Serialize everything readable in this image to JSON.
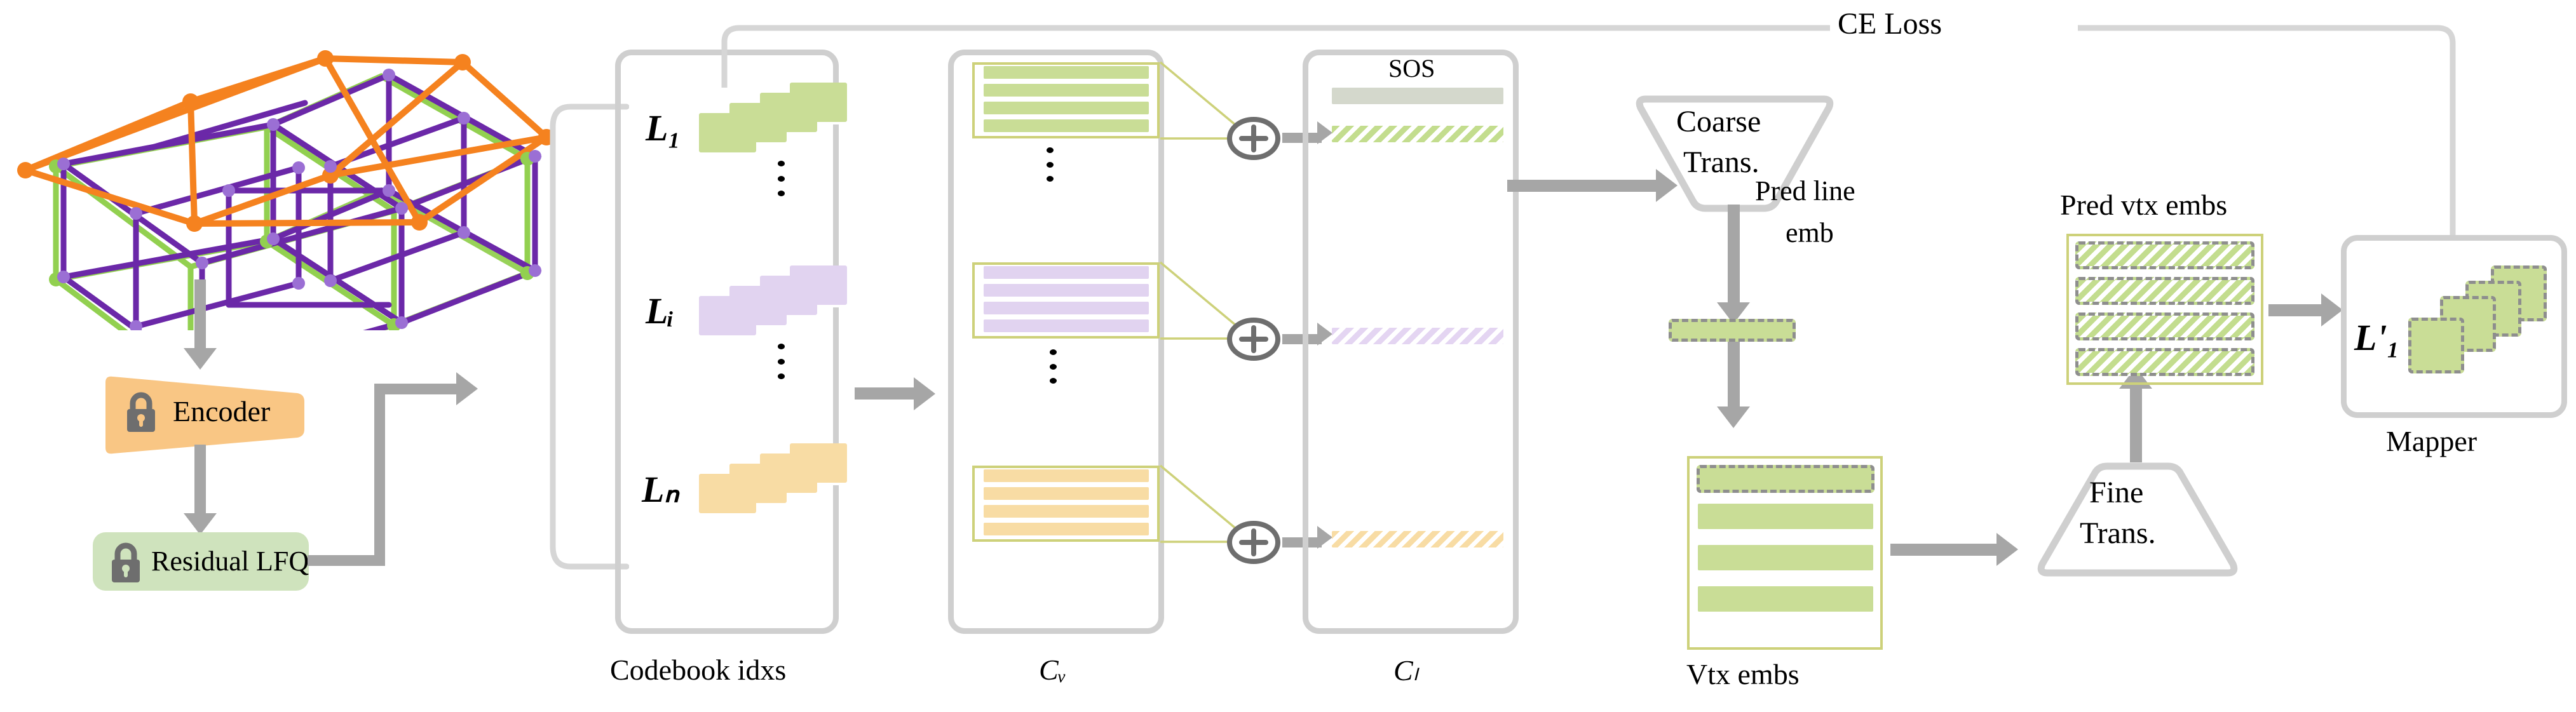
{
  "diagram": {
    "title_flow": "Mesh tokenization and coarse-to-fine transformer pipeline",
    "top_loss_label": "CE Loss",
    "modules": {
      "encoder": {
        "label": "Encoder",
        "icon": "lock-icon",
        "fill": "#f9c684"
      },
      "residual_lfq": {
        "label": "Residual LFQ",
        "icon": "lock-icon",
        "fill": "#cfe3bd"
      },
      "coarse_trans": {
        "label_line1": "Coarse",
        "label_line2": "Trans."
      },
      "fine_trans": {
        "label_line1": "Fine",
        "label_line2": "Trans."
      },
      "mapper": {
        "label": "Mapper",
        "inner_label": "L'₁"
      }
    },
    "groups": {
      "codebook": {
        "caption": "Codebook idxs",
        "rows": [
          {
            "label": "L₁",
            "color": "#c9dd96",
            "cards": 4
          },
          {
            "label": "Lᵢ",
            "color": "#e1d3f0",
            "cards": 4
          },
          {
            "label": "Lₙ",
            "color": "#f8dca4",
            "cards": 4
          }
        ],
        "ellipsis": "⋮"
      },
      "cv": {
        "caption": "Cᵥ",
        "blocks": [
          {
            "color": "#c9dd96",
            "bars": 4
          },
          {
            "color": "#e1d3f0",
            "bars": 4
          },
          {
            "color": "#f8dca4",
            "bars": 4
          }
        ]
      },
      "cl": {
        "caption": "Cₗ",
        "sos_label": "SOS",
        "sos_color": "#d4d8cc",
        "rows": [
          {
            "hatch": "green"
          },
          {
            "hatch": "purple"
          },
          {
            "hatch": "orange"
          }
        ]
      },
      "vtx_embs": {
        "caption": "Vtx embs",
        "rows": 4,
        "color": "#c9dd96",
        "first_row_dashed": true
      },
      "pred_vtx_embs": {
        "caption": "Pred vtx embs",
        "rows": 4,
        "color": "#c9dd96"
      }
    },
    "annotations": {
      "pred_line_emb_1": "Pred line",
      "pred_line_emb_2": "emb"
    },
    "operators": {
      "plus_symbol": "+",
      "count": 3
    },
    "colors": {
      "green": "#c9dd96",
      "purple": "#e1d3f0",
      "orange": "#f8dca4",
      "gray_line": "#d6d6d6",
      "arrow_gray": "#a6a6a6",
      "olive_border": "#cdd17a",
      "lock_gray": "#6e6e6e",
      "mesh_orange": "#f5821f",
      "mesh_purple": "#6b28a8",
      "mesh_green": "#92d050"
    }
  }
}
